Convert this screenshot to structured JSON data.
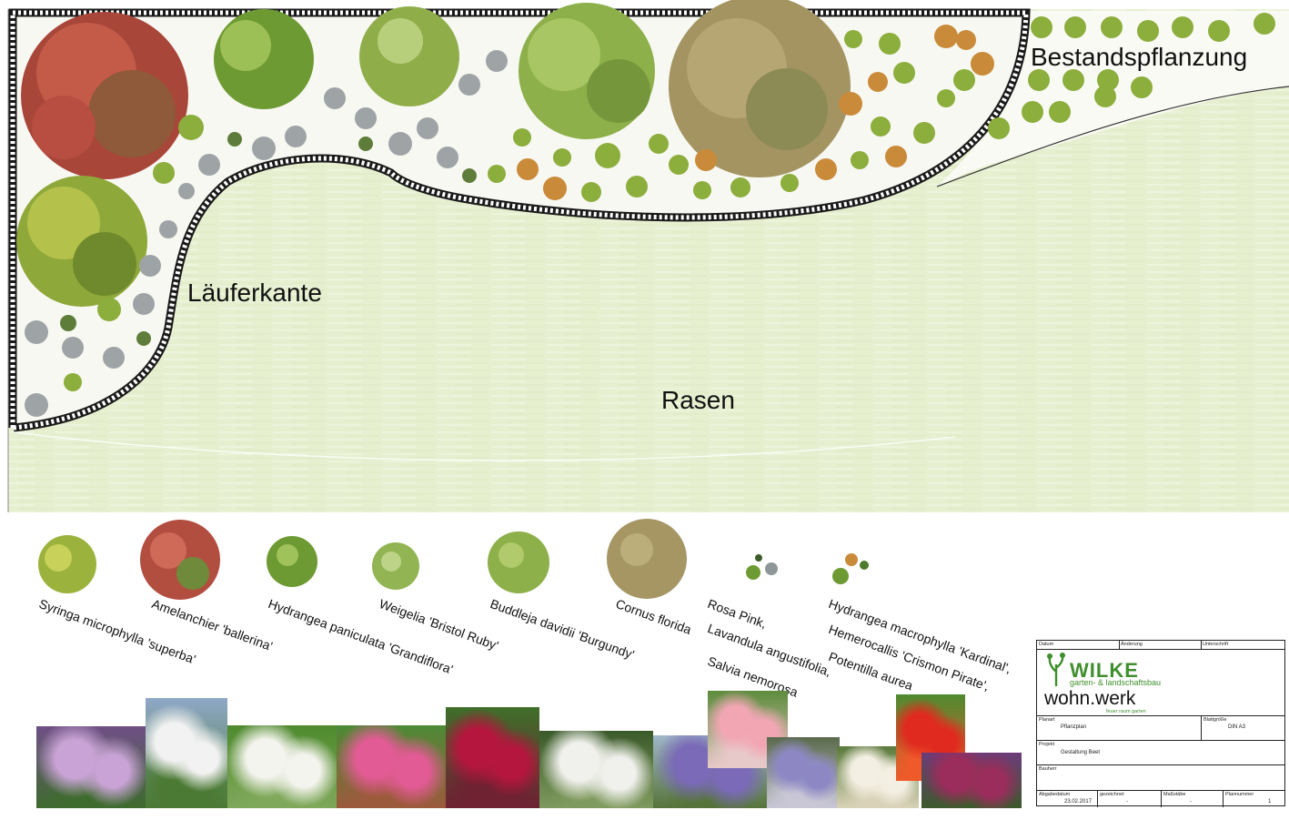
{
  "plan": {
    "labels": {
      "bestand": "Bestandspflanzung",
      "laeufer": "Läuferkante",
      "rasen": "Rasen"
    },
    "colors": {
      "lawn": "#e6efcf",
      "bed": "#f8f8f2",
      "edging": "#1a1a1a",
      "shrub_green": "#8cae3c",
      "shrub_red": "#c2503f",
      "lavender_grey": "#9ea4a6",
      "dark_green": "#5e7d3a",
      "orange": "#c98b3a"
    }
  },
  "legend": {
    "items": [
      {
        "label": "Syringa microphylla 'superba'",
        "icon": "yellow-green-shrub-icon"
      },
      {
        "label": "Amelanchier 'ballerina'",
        "icon": "red-shrub-icon"
      },
      {
        "label": "Hydrangea paniculata 'Grandiflora'",
        "icon": "green-star-shrub-icon"
      },
      {
        "label": "Weigelia 'Bristol Ruby'",
        "icon": "light-green-shrub-icon"
      },
      {
        "label": "Buddleja davidii 'Burgundy'",
        "icon": "green-round-shrub-icon"
      },
      {
        "label": "Cornus florida",
        "icon": "brown-tree-icon"
      },
      {
        "label": "Rosa Pink,",
        "icon": "small-perennial-icon"
      },
      {
        "label": "Lavandula angustifolia,",
        "icon": ""
      },
      {
        "label": "Salvia nemorosa",
        "icon": ""
      },
      {
        "label": "Hydrangea macrophylla 'Kardinal',",
        "icon": "small-flower-icon"
      },
      {
        "label": "Hemerocallis 'Crismon Pirate',",
        "icon": ""
      },
      {
        "label": "Potentilla aurea",
        "icon": ""
      }
    ]
  },
  "photos": [
    {
      "name": "photo-syringa",
      "colors": [
        "#c9a3d6",
        "#6f4f86",
        "#3e6b2e"
      ]
    },
    {
      "name": "photo-amelanchier",
      "colors": [
        "#f2f2f2",
        "#8fa8c8",
        "#4b7a34"
      ]
    },
    {
      "name": "photo-hydrangea-paniculata",
      "colors": [
        "#f4f4ee",
        "#4f8a2e",
        "#7fa85a"
      ]
    },
    {
      "name": "photo-weigelia",
      "colors": [
        "#e25b95",
        "#4d8a35",
        "#9c5a3c"
      ]
    },
    {
      "name": "photo-buddleja",
      "colors": [
        "#b5163d",
        "#3f6e2a",
        "#6e2232"
      ]
    },
    {
      "name": "photo-cornus",
      "colors": [
        "#f0f0ec",
        "#3a5a2a",
        "#7f9a5e"
      ]
    },
    {
      "name": "photo-salvia",
      "colors": [
        "#7a6ab8",
        "#9fb7c9",
        "#56743a"
      ]
    },
    {
      "name": "photo-rosa",
      "colors": [
        "#f2a6b4",
        "#5d8c3c",
        "#e8c9c9"
      ]
    },
    {
      "name": "photo-lavandula",
      "colors": [
        "#8d88c4",
        "#5a6a4c",
        "#c9c7d6"
      ]
    },
    {
      "name": "photo-potentilla",
      "colors": [
        "#f3efe2",
        "#5b7a3c",
        "#d9d2b8"
      ]
    },
    {
      "name": "photo-hemerocallis",
      "colors": [
        "#e02a1f",
        "#4e8a2f",
        "#f05a2a"
      ]
    },
    {
      "name": "photo-hydrangea-macrophylla",
      "colors": [
        "#9a2d5c",
        "#6d3b7a",
        "#3c5a2c"
      ]
    }
  ],
  "titleblock": {
    "head_datum": "Datum",
    "head_aenderung": "Änderung",
    "head_unterschrift": "Unterschrift",
    "brand": "WILKE",
    "brand_sub": "garten- & landschaftsbau",
    "wohnwerk": "wohn.werk",
    "tagline": "feuer raum garten",
    "planart_label": "Planart",
    "planart_value": "Pflanzplan",
    "blattgroesse_label": "Blattgröße",
    "blattgroesse_value": "DIN A3",
    "projekt_label": "Projekt",
    "projekt_value": "Gestaltung Beet",
    "bauherr_label": "Bauherr",
    "abgabedatum_label": "Abgabedatum",
    "abgabedatum_value": "23.02.2017",
    "gezeichnet_label": "gezeichnet",
    "gezeichnet_value": "-",
    "massstab_label": "Maßstäbe",
    "massstab_value": "-",
    "plannummer_label": "Plannummer",
    "plannummer_value": "1"
  }
}
